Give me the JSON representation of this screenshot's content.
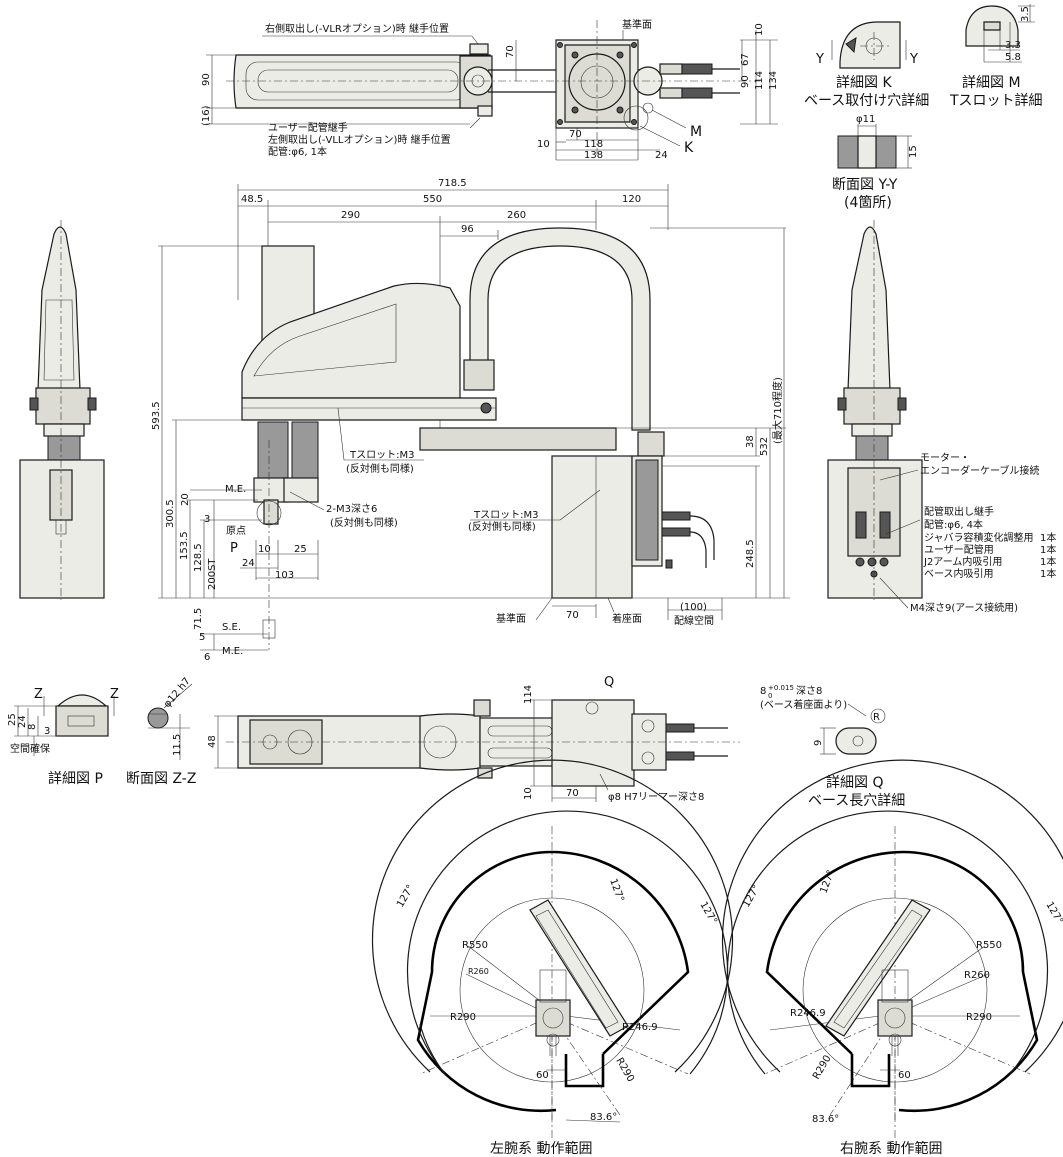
{
  "top_view": {
    "note_vlr": "右側取出し(-VLRオプション)時 継手位置",
    "note_user": "ユーザー配管継手",
    "note_vll": "左側取出し(-VLLオプション)時 継手位置",
    "note_pipe": "配管:φ6, 1本",
    "ref_face": "基準面",
    "dims": {
      "d90": "90",
      "d16": "(16)",
      "d70": "70",
      "d10": "10",
      "d67": "67",
      "d90b": "90",
      "d114": "114",
      "d134": "134",
      "d70b": "70",
      "d10b": "10",
      "d118": "118",
      "d138": "138",
      "d24": "24"
    },
    "label_m": "M",
    "label_k": "K"
  },
  "details_top": {
    "k_y1": "Y",
    "k_y2": "Y",
    "k_title": "詳細図 K",
    "k_sub": "ベース取付け穴詳細",
    "m_title": "詳細図 M",
    "m_sub": "Tスロット詳細",
    "m_d35": "3.5",
    "m_d33": "3.3",
    "m_d58": "5.8",
    "yy_phi": "φ11",
    "yy_15": "15",
    "yy_title": "断面図 Y-Y",
    "yy_sub": "(4箇所)"
  },
  "side_view": {
    "d7185": "718.5",
    "d485": "48.5",
    "d550": "550",
    "d120": "120",
    "d290": "290",
    "d260": "260",
    "d96": "96",
    "d5935": "593.5",
    "d3005": "300.5",
    "d1535": "153.5",
    "d1285": "128.5",
    "d200st": "200ST",
    "d715": "71.5",
    "d5": "5",
    "d6": "6",
    "d20": "20",
    "d3": "3",
    "d10": "10",
    "d24": "24",
    "d25": "25",
    "d103": "103",
    "d38": "38",
    "d532": "532",
    "d710": "(最大710程度)",
    "d2485": "248.5",
    "d70": "70",
    "d100": "(100)",
    "me1": "M.E.",
    "me2": "M.E.",
    "se": "S.E.",
    "origin": "原点",
    "p": "P",
    "tslot1": "Tスロット:M3",
    "tslot1b": "(反対側も同様)",
    "tap": "2-M3深さ6",
    "tapb": "(反対側も同様)",
    "tslot2": "Tスロット:M3",
    "tslot2b": "(反対側も同様)",
    "ref": "基準面",
    "seat": "着座面",
    "space": "配線空間"
  },
  "right_view": {
    "motor1": "モーター・",
    "motor2": "エンコーダーケーブル接続",
    "pipe1": "配管取出し継手",
    "pipe2": "配管:φ6, 4本",
    "r1": "ジャバラ容積変化調整用",
    "r1n": "1本",
    "r2": "ユーザー配管用",
    "r2n": "1本",
    "r3": "J2アーム内吸引用",
    "r3n": "1本",
    "r4": "ベース内吸引用",
    "r4n": "1本",
    "m4": "M4深さ9(アース接続用)"
  },
  "detail_p": {
    "z1": "Z",
    "z2": "Z",
    "d25": "25",
    "d24": "24",
    "d8": "8",
    "d3": "3",
    "space": "空間確保",
    "title": "詳細図 P",
    "phi": "φ12 h7",
    "d115": "11.5",
    "zz_title": "断面図 Z-Z"
  },
  "bottom_view": {
    "d48": "48",
    "d114": "114",
    "d10": "10",
    "d70": "70",
    "q": "Q",
    "ream": "φ8 H7リーマー深さ8"
  },
  "detail_q": {
    "spec": "8",
    "tol": "+0.015",
    "tol0": "0",
    "depth": "深さ8",
    "from": "(ベース着座面より)",
    "r": "R",
    "d9": "9",
    "title": "詳細図 Q",
    "sub": "ベース長穴詳細"
  },
  "motion_left": {
    "a127a": "127°",
    "a127b": "127°",
    "a127c": "127°",
    "r550": "R550",
    "r260": "R260",
    "r2469": "R246.9",
    "r290a": "R290",
    "r290b": "R290",
    "d60": "60",
    "a836": "83.6°",
    "title": "左腕系 動作範囲"
  },
  "motion_right": {
    "a127a": "127°",
    "a127b": "127°",
    "a127c": "127°",
    "r550": "R550",
    "r260": "R260",
    "r2469": "R246.9",
    "r290a": "R290",
    "r290b": "R290",
    "d60": "60",
    "a836": "83.6°",
    "title": "右腕系 動作範囲"
  }
}
